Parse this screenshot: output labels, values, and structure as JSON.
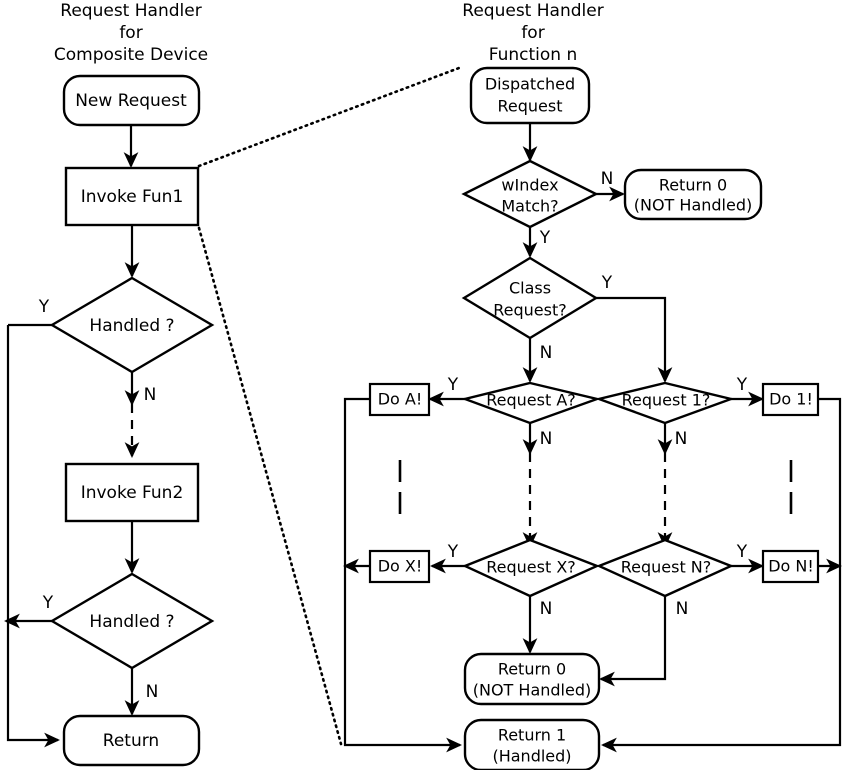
{
  "titles": {
    "left": [
      "Request Handler",
      "for",
      "Composite Device"
    ],
    "right": [
      "Request Handler",
      "for",
      "Function n"
    ]
  },
  "left_flow": {
    "nodes": [
      {
        "id": "new-request",
        "label": "New Request",
        "shape": "rounded"
      },
      {
        "id": "invoke-fun1",
        "label": "Invoke Fun1",
        "shape": "rect"
      },
      {
        "id": "handled-1",
        "label": "Handled ?",
        "shape": "diamond"
      },
      {
        "id": "invoke-fun2",
        "label": "Invoke Fun2",
        "shape": "rect"
      },
      {
        "id": "handled-2",
        "label": "Handled ?",
        "shape": "diamond"
      },
      {
        "id": "return",
        "label": "Return",
        "shape": "rounded"
      }
    ],
    "edge_labels": {
      "handled1_yes": "Y",
      "handled1_no": "N",
      "handled2_yes": "Y",
      "handled2_no": "N"
    }
  },
  "right_flow": {
    "nodes": [
      {
        "id": "dispatched-request",
        "label_line1": "Dispatched",
        "label_line2": "Request",
        "shape": "rounded"
      },
      {
        "id": "windex-match",
        "label_line1": "wIndex",
        "label_line2": "Match?",
        "shape": "diamond"
      },
      {
        "id": "return-0-top",
        "label_line1": "Return 0",
        "label_line2": "(NOT Handled)",
        "shape": "rounded"
      },
      {
        "id": "class-request",
        "label_line1": "Class",
        "label_line2": "Request?",
        "shape": "diamond"
      },
      {
        "id": "request-a",
        "label_line1": "Request A?",
        "shape": "diamond"
      },
      {
        "id": "request-1",
        "label_line1": "Request 1?",
        "shape": "diamond"
      },
      {
        "id": "request-x",
        "label_line1": "Request X?",
        "shape": "diamond"
      },
      {
        "id": "request-n",
        "label_line1": "Request N?",
        "shape": "diamond"
      },
      {
        "id": "do-a",
        "label_line1": "Do A!",
        "shape": "rect"
      },
      {
        "id": "do-1",
        "label_line1": "Do 1!",
        "shape": "rect"
      },
      {
        "id": "do-x",
        "label_line1": "Do X!",
        "shape": "rect"
      },
      {
        "id": "do-n",
        "label_line1": "Do N!",
        "shape": "rect"
      },
      {
        "id": "return-0-bottom",
        "label_line1": "Return 0",
        "label_line2": "(NOT Handled)",
        "shape": "rounded"
      },
      {
        "id": "return-1",
        "label_line1": "Return 1",
        "label_line2": "(Handled)",
        "shape": "rounded"
      }
    ],
    "edge_labels": {
      "windex_no": "N",
      "windex_yes": "Y",
      "class_yes": "Y",
      "class_no": "N",
      "request_a_yes": "Y",
      "request_a_no": "N",
      "request_1_yes": "Y",
      "request_1_no": "N",
      "request_x_yes": "Y",
      "request_x_no": "N",
      "request_n_yes": "Y",
      "request_n_no": "N"
    }
  },
  "colors": {
    "stroke": "#000000",
    "fill": "#ffffff",
    "background": "#ffffff"
  }
}
